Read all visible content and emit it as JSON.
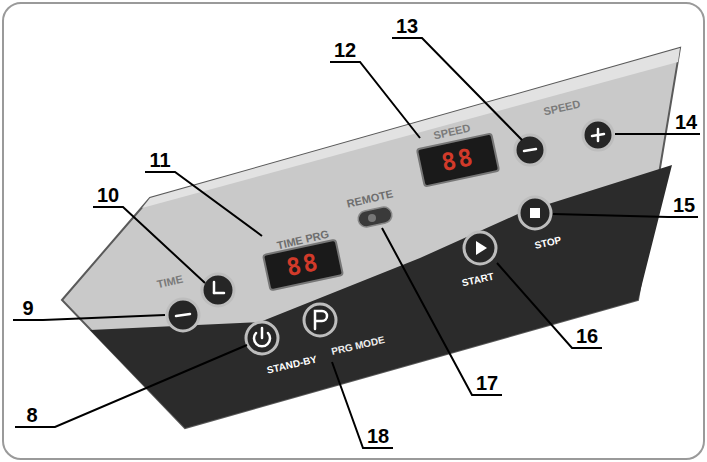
{
  "diagram": {
    "labels": [
      "13",
      "12",
      "14",
      "11",
      "10",
      "15",
      "9",
      "8",
      "18",
      "17",
      "16",
      "SPEED",
      "SPEED",
      "TIME PRG",
      "REMOTE",
      "TIME",
      "STOP",
      "START",
      "STAND-BY",
      "PRG MODE",
      "88",
      "88"
    ]
  }
}
